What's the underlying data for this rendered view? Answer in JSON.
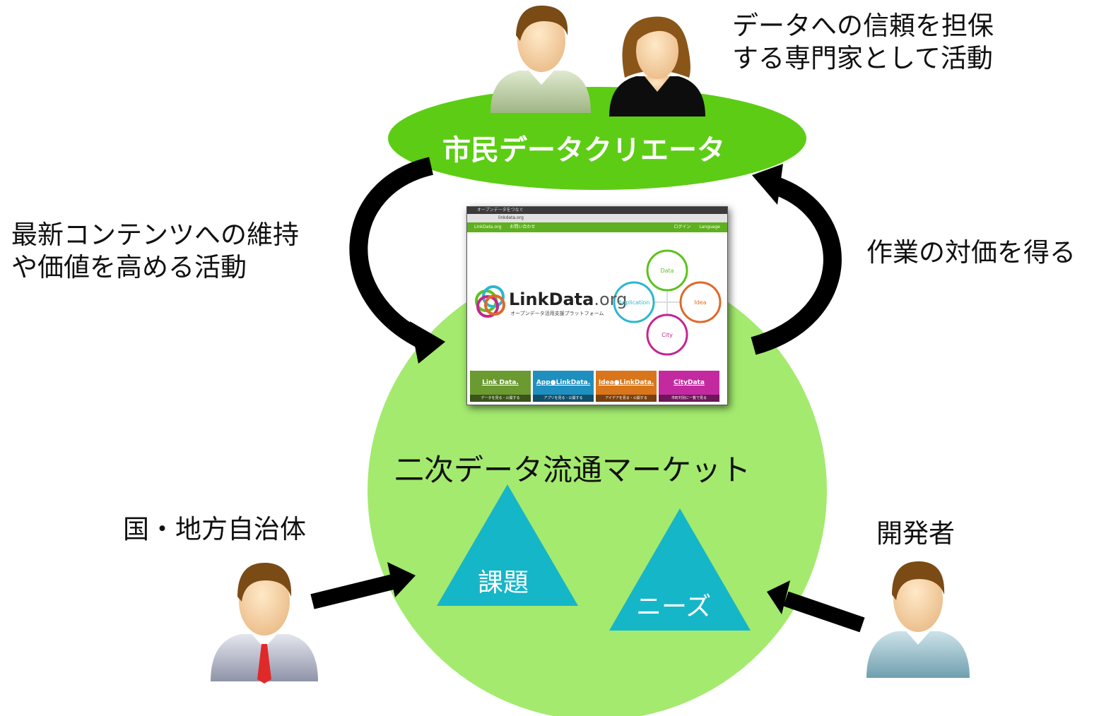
{
  "top_note": {
    "line1": "データへの信頼を担保",
    "line2": "する専門家として活動"
  },
  "creator_label": "市民データクリエータ",
  "left_note": {
    "line1": "最新コンテンツへの維持",
    "line2": "や価値を高める活動"
  },
  "right_note": "作業の対価を得る",
  "market_label": "二次データ流通マーケット",
  "government_label": "国・地方自治体",
  "developer_label": "開発者",
  "triangles": {
    "issue": "課題",
    "needs": "ニーズ"
  },
  "browser": {
    "tab_title": "オープンデータをつなぐ",
    "url": "linkdata.org",
    "nav_home": "LinkData.org",
    "nav_contact": "お問い合わせ",
    "nav_login": "ログイン",
    "nav_language": "Language",
    "logo_main": "LinkData",
    "logo_suffix": ".org",
    "tagline": "オープンデータ活用支援プラットフォーム",
    "categories": [
      "Data",
      "Application",
      "Idea",
      "City"
    ],
    "tiles": [
      {
        "title": "Link Data.",
        "subtitle": "データを見る・公開する",
        "color": "#6a9a30"
      },
      {
        "title": "App●LinkData.",
        "subtitle": "アプリを見る・公開する",
        "color": "#1f8fbf"
      },
      {
        "title": "Idea●LinkData.",
        "subtitle": "アイデアを見る・公開する",
        "color": "#d9751a"
      },
      {
        "title": "CityData",
        "subtitle": "市町村別に一覧で見る",
        "color": "#c42aa0"
      }
    ]
  },
  "colors": {
    "creator_ellipse": "#5ccd14",
    "market_circle": "#a3ea6e",
    "triangle": "#15b6c8",
    "arrow": "#000000",
    "data_ring": "#5cc21e",
    "application_ring": "#2bb7cf",
    "idea_ring": "#dd6a2a",
    "city_ring": "#c4268f"
  }
}
